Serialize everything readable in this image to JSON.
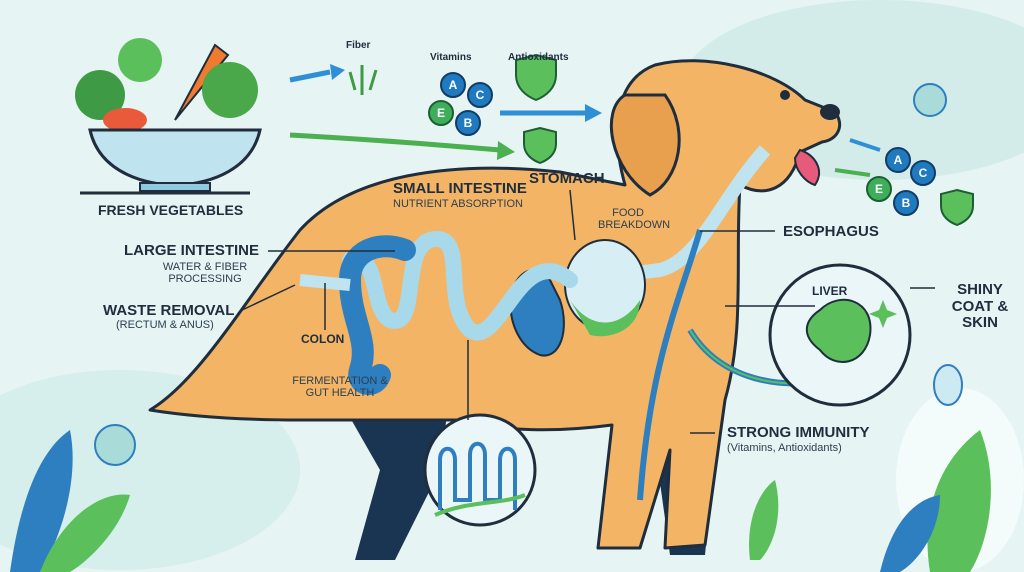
{
  "top_labels": {
    "fiber": "Fiber",
    "vitamins": "Vitamins",
    "antioxidants": "Antioxidants"
  },
  "vitamin_badges_top": [
    "A",
    "C",
    "E",
    "B"
  ],
  "vitamin_badges_right": [
    "A",
    "C",
    "E",
    "B"
  ],
  "labels": {
    "fresh_vegetables": "FRESH VEGETABLES",
    "small_intestine": "SMALL INTESTINE",
    "small_intestine_sub": "NUTRIENT ABSORPTION",
    "stomach": "STOMACH",
    "food_breakdown": "FOOD BREAKDOWN",
    "esophagus": "ESOPHAGUS",
    "large_intestine": "LARGE INTESTINE",
    "large_intestine_sub": "WATER & FIBER PROCESSING",
    "waste_removal": "WASTE REMOVAL",
    "waste_removal_sub": "(RECTUM & ANUS)",
    "colon": "COLON",
    "fermentation": "FERMENTATION & GUT HEALTH",
    "liver": "LIVER",
    "shiny_coat": "SHINY COAT & SKIN",
    "strong_immunity": "STRONG IMMUNITY",
    "strong_immunity_sub": "(Vitamins, Antioxidants)"
  },
  "colors": {
    "background": "#e6f4f3",
    "dog_fur": "#f3b565",
    "outline": "#1f2d3d",
    "intestine_blue": "#2e86c1",
    "accent_green": "#4caf50",
    "arrow_blue": "#2f8fd6"
  }
}
